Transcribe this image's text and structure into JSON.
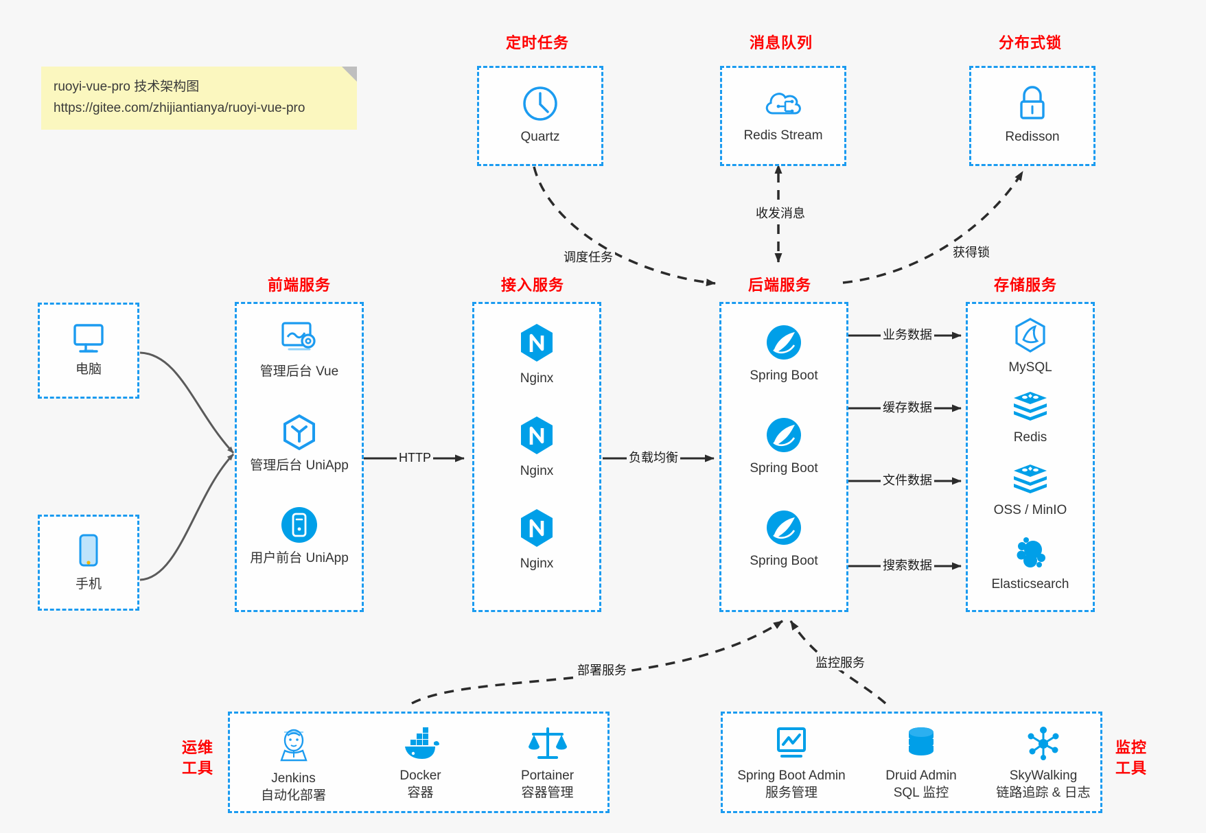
{
  "note": {
    "line1": "ruoyi-vue-pro 技术架构图",
    "line2": "https://gitee.com/zhijiantianya/ruoyi-vue-pro"
  },
  "colors": {
    "accent": "#1b9bf0",
    "title": "#ff0000",
    "text": "#333333",
    "background": "#f7f7f7",
    "note_bg": "#fbf7bf",
    "edge": "#1a1a1a",
    "solid_edge": "#4d4d4d"
  },
  "groups": {
    "scheduled_task": {
      "title": "定时任务",
      "nodes": [
        {
          "icon": "clock-icon",
          "label": "Quartz"
        }
      ]
    },
    "message_queue": {
      "title": "消息队列",
      "nodes": [
        {
          "icon": "cloud-stream-icon",
          "label": "Redis Stream"
        }
      ]
    },
    "distributed_lock": {
      "title": "分布式锁",
      "nodes": [
        {
          "icon": "lock-icon",
          "label": "Redisson"
        }
      ]
    },
    "client_pc": {
      "title": "",
      "nodes": [
        {
          "icon": "desktop-icon",
          "label": "电脑"
        }
      ]
    },
    "client_phone": {
      "title": "",
      "nodes": [
        {
          "icon": "mobile-icon",
          "label": "手机"
        }
      ]
    },
    "frontend": {
      "title": "前端服务",
      "nodes": [
        {
          "icon": "admin-dashboard-icon",
          "label": "管理后台 Vue"
        },
        {
          "icon": "uniapp-cube-icon",
          "label": "管理后台 UniApp"
        },
        {
          "icon": "mobile-app-icon",
          "label": "用户前台 UniApp"
        }
      ]
    },
    "gateway": {
      "title": "接入服务",
      "nodes": [
        {
          "icon": "nginx-icon",
          "label": "Nginx"
        },
        {
          "icon": "nginx-icon",
          "label": "Nginx"
        },
        {
          "icon": "nginx-icon",
          "label": "Nginx"
        }
      ]
    },
    "backend": {
      "title": "后端服务",
      "nodes": [
        {
          "icon": "spring-boot-icon",
          "label": "Spring Boot"
        },
        {
          "icon": "spring-boot-icon",
          "label": "Spring Boot"
        },
        {
          "icon": "spring-boot-icon",
          "label": "Spring Boot"
        }
      ]
    },
    "storage": {
      "title": "存储服务",
      "nodes": [
        {
          "icon": "mysql-icon",
          "label": "MySQL"
        },
        {
          "icon": "redis-icon",
          "label": "Redis"
        },
        {
          "icon": "oss-icon",
          "label": "OSS / MinIO"
        },
        {
          "icon": "elasticsearch-icon",
          "label": "Elasticsearch"
        }
      ]
    },
    "devops": {
      "title": "运维\n工具",
      "title_line1": "运维",
      "title_line2": "工具",
      "nodes": [
        {
          "icon": "jenkins-icon",
          "label": "Jenkins",
          "sub": "自动化部署"
        },
        {
          "icon": "docker-icon",
          "label": "Docker",
          "sub": "容器"
        },
        {
          "icon": "portainer-icon",
          "label": "Portainer",
          "sub": "容器管理"
        }
      ]
    },
    "monitoring": {
      "title_line1": "监控",
      "title_line2": "工具",
      "nodes": [
        {
          "icon": "spring-boot-admin-icon",
          "label": "Spring Boot Admin",
          "sub": "服务管理"
        },
        {
          "icon": "druid-db-icon",
          "label": "Druid Admin",
          "sub": "SQL 监控"
        },
        {
          "icon": "skywalking-icon",
          "label": "SkyWalking",
          "sub": "链路追踪 & 日志"
        }
      ]
    }
  },
  "edges": [
    {
      "id": "http",
      "label": "HTTP"
    },
    {
      "id": "load-balance",
      "label": "负载均衡"
    },
    {
      "id": "schedule-task",
      "label": "调度任务"
    },
    {
      "id": "send-receive-message",
      "label": "收发消息"
    },
    {
      "id": "acquire-lock",
      "label": "获得锁"
    },
    {
      "id": "business-data",
      "label": "业务数据"
    },
    {
      "id": "cache-data",
      "label": "缓存数据"
    },
    {
      "id": "file-data",
      "label": "文件数据"
    },
    {
      "id": "search-data",
      "label": "搜索数据"
    },
    {
      "id": "deploy-service",
      "label": "部署服务"
    },
    {
      "id": "monitor-service",
      "label": "监控服务"
    }
  ]
}
